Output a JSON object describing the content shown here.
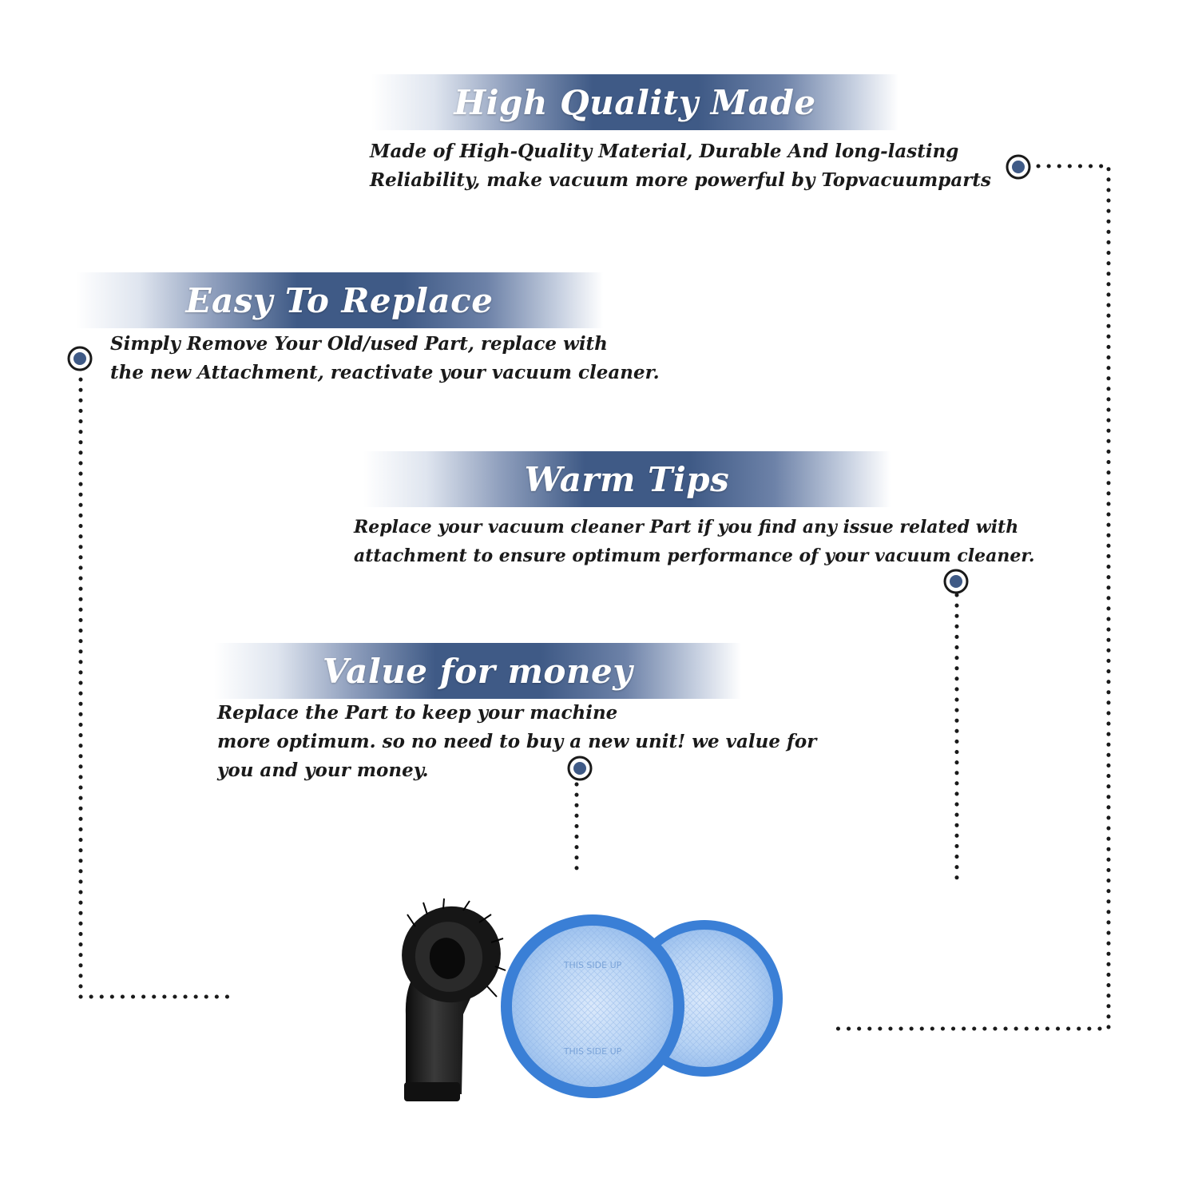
{
  "sections": [
    {
      "title": "High Quality Made",
      "lines": [
        "Made of  High-Quality Material, Durable And long-lasting",
        "Reliability, make vacuum more powerful by Topvacuumparts"
      ]
    },
    {
      "title": "Easy To Replace",
      "lines": [
        "Simply Remove Your Old/used Part, replace with",
        "the new Attachment, reactivate your vacuum cleaner."
      ]
    },
    {
      "title": "Warm Tips",
      "lines": [
        "Replace your vacuum cleaner Part if you find any issue related with",
        " attachment to ensure optimum performance of your vacuum cleaner."
      ]
    },
    {
      "title": "Value for money",
      "lines": [
        "Replace the Part to keep your machine",
        "more optimum. so no need to buy a new unit! we value for",
        "you and your money."
      ]
    }
  ],
  "colors": {
    "banner": "#3f5a86",
    "bullet": "#3f5a86",
    "filter_blue": "#3a7fd6",
    "brush_black": "#151515"
  },
  "icons": [
    "bullet-marker-icon"
  ],
  "filter_print": "THIS SIDE UP"
}
